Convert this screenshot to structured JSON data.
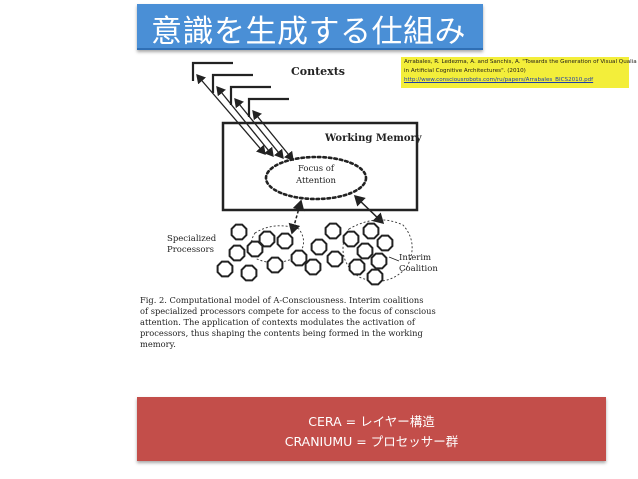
{
  "slide": {
    "title": "意識を生成する仕組み"
  },
  "figure": {
    "contexts_label": "Contexts",
    "working_memory_label": "Working Memory",
    "focus_line1": "Focus of",
    "focus_line2": "Attention",
    "specialized_line1": "Specialized",
    "specialized_line2": "Processors",
    "interim_line1": "Interim",
    "interim_line2": "Coalition",
    "caption_lines": [
      "Fig. 2. Computational model of A-Consciousness. Interim coalitions",
      "of specialized processors compete for access to the focus of conscious",
      "attention. The application of contexts modulates the activation of",
      "processors, thus shaping the contents being formed in the working",
      "memory."
    ]
  },
  "citation": {
    "line1": "Arrabales, R. Ledezma, A. and Sanchis, A. \"Towards the Generation of Visual Qualia",
    "line2": "in Artificial Cognitive Architectures\". (2010)",
    "line3": "http://www.consciousrobots.com/ru/papers/Arrabales_BICS2010.pdf"
  },
  "note": {
    "line1": "CERA = レイヤー構造",
    "line2": "CRANIUMU = プロセッサー群"
  },
  "colors": {
    "title_bg": "#4a8fd6",
    "citation_bg": "#f3ee3a",
    "note_bg": "#c34e4a"
  }
}
